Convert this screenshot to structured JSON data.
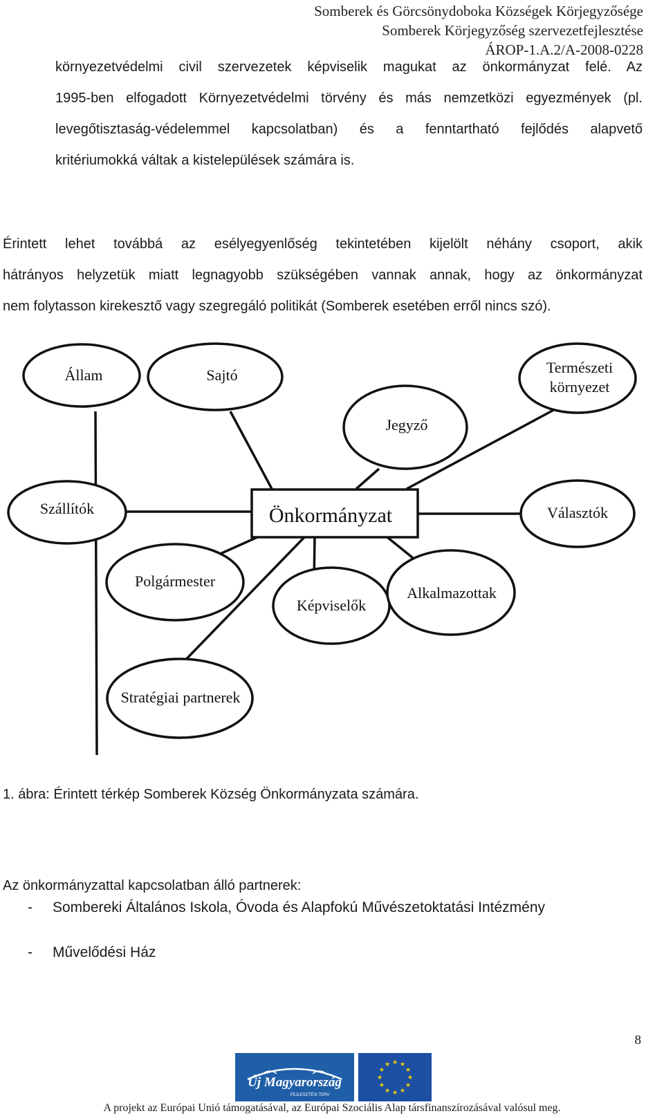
{
  "header": {
    "line1": "Somberek és Görcsönydoboka Községek Körjegyzősége",
    "line2": "Somberek Körjegyzőség szervezetfejlesztése",
    "line3": "ÁROP-1.A.2/A-2008-0228"
  },
  "para1": {
    "lines": [
      "környezetvédelmi civil szervezetek képviselik magukat az önkormányzat felé. Az",
      "1995-ben elfogadott Környezetvédelmi törvény és más nemzetközi egyezmények (pl.",
      "levegőtisztaság-védelemmel kapcsolatban) és a fenntartható fejlődés alapvető",
      "kritériumokká váltak a kistelepülések számára is."
    ]
  },
  "para2": {
    "lines": [
      "Érintett lehet továbbá az esélyegyenlőség tekintetében kijelölt néhány csoport, akik",
      "hátrányos helyzetük miatt legnagyobb szükségében vannak annak, hogy az önkormányzat",
      "nem folytasson kirekesztő vagy szegregáló politikát (Somberek esetében erről nincs szó)."
    ]
  },
  "diagram": {
    "center": "Önkormányzat",
    "nodes": {
      "allam": "Állam",
      "sajto": "Sajtó",
      "termeszeti_1": "Természeti",
      "termeszeti_2": "környezet",
      "jegyzo": "Jegyző",
      "szallitok": "Szállítók",
      "valasztok": "Választók",
      "polgarmester": "Polgármester",
      "kepviselok": "Képviselők",
      "alkalmazottak": "Alkalmazottak",
      "strategiai": "Stratégiai partnerek"
    }
  },
  "caption": "1. ábra: Érintett térkép Somberek Község Önkormányzata számára.",
  "partners_intro": "Az önkormányzattal kapcsolatban álló partnerek:",
  "list": {
    "dash": "-",
    "items": [
      "Sombereki Általános Iskola, Óvoda és Alapfokú Művészetoktatási Intézmény",
      "Művelődési Ház"
    ]
  },
  "page_number": "8",
  "footer": {
    "text": "A projekt az Európai Unió támogatásával, az Európai Szociális Alap társfinanszírozásával valósul meg.",
    "logo_um": "Új Magyarország",
    "logo_um_sub": "FEJLESZTÉSI TERV"
  },
  "colors": {
    "logo_blue": "#1f5fa8",
    "eu_blue": "#1d4fa3",
    "eu_star": "#f5d000"
  }
}
